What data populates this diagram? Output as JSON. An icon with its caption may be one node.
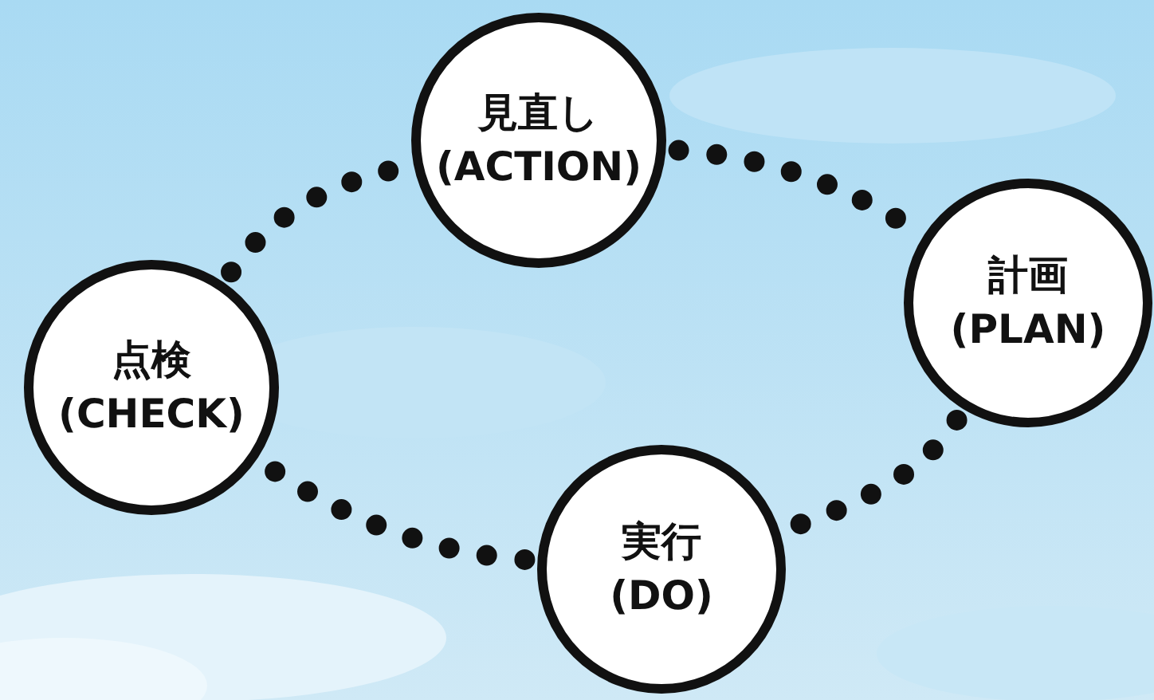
{
  "diagram": {
    "nodes": [
      {
        "text": [
          "見直し (ACTION)"
        ]
      },
      {
        "text": [
          "計画 (PLAN)"
        ]
      },
      {
        "text": [
          "点検 (CHECK)"
        ]
      },
      {
        "text": [
          "実行 (DO)"
        ]
      }
    ],
    "edges": [
      {
        "from": 0,
        "to": 1,
        "arrow": "none"
      },
      {
        "from": 1,
        "to": 3,
        "arrow": "none"
      },
      {
        "from": 3,
        "to": 2,
        "arrow": "none"
      },
      {
        "from": 2,
        "to": 0,
        "arrow": "none"
      }
    ]
  }
}
